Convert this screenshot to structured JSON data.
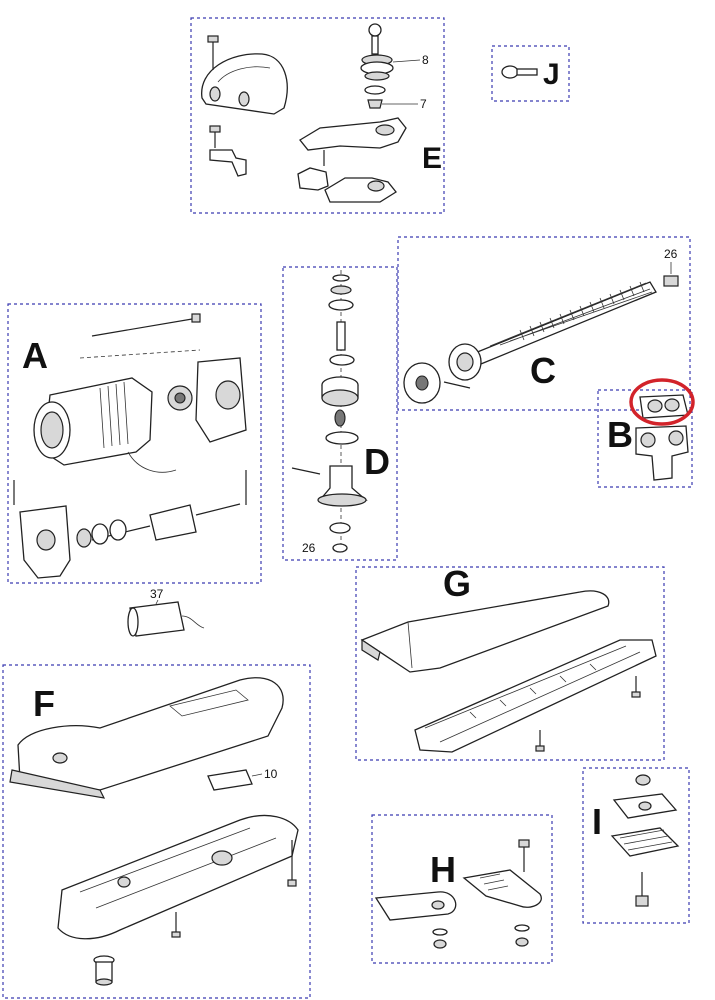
{
  "diagram": {
    "section_labels": {
      "a": "A",
      "b": "B",
      "c": "C",
      "d": "D",
      "e": "E",
      "f": "F",
      "g": "G",
      "h": "H",
      "i": "I",
      "j": "J"
    },
    "part_numbers": {
      "e_top": "8",
      "e_mid": "7",
      "c_end": "26",
      "d_bottom": "26",
      "capacitor": "37",
      "f_bracket": "10"
    },
    "highlight_color": "#d2232a",
    "border_color": "#3b3bb0"
  }
}
